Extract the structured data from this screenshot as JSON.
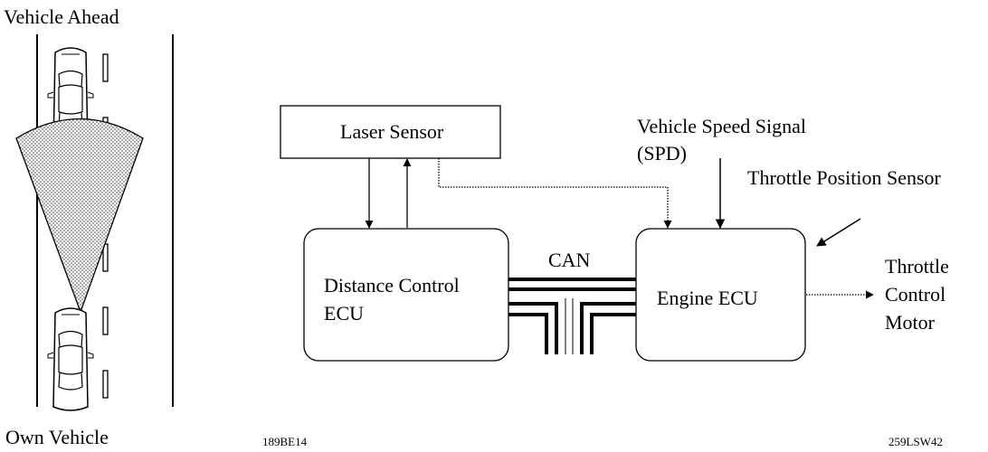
{
  "road": {
    "vehicle_ahead_label": "Vehicle Ahead",
    "own_vehicle_label": "Own Vehicle"
  },
  "blocks": {
    "laser_sensor": "Laser Sensor",
    "distance_ecu_line1": "Distance Control",
    "distance_ecu_line2": "ECU",
    "engine_ecu": "Engine ECU"
  },
  "signals": {
    "vehicle_speed_line1": "Vehicle Speed Signal",
    "vehicle_speed_line2": "(SPD)",
    "throttle_position_sensor": "Throttle Position Sensor",
    "can": "CAN",
    "throttle_motor_line1": "Throttle",
    "throttle_motor_line2": "Control",
    "throttle_motor_line3": "Motor"
  },
  "codes": {
    "left": "189BE14",
    "right": "259LSW42"
  }
}
